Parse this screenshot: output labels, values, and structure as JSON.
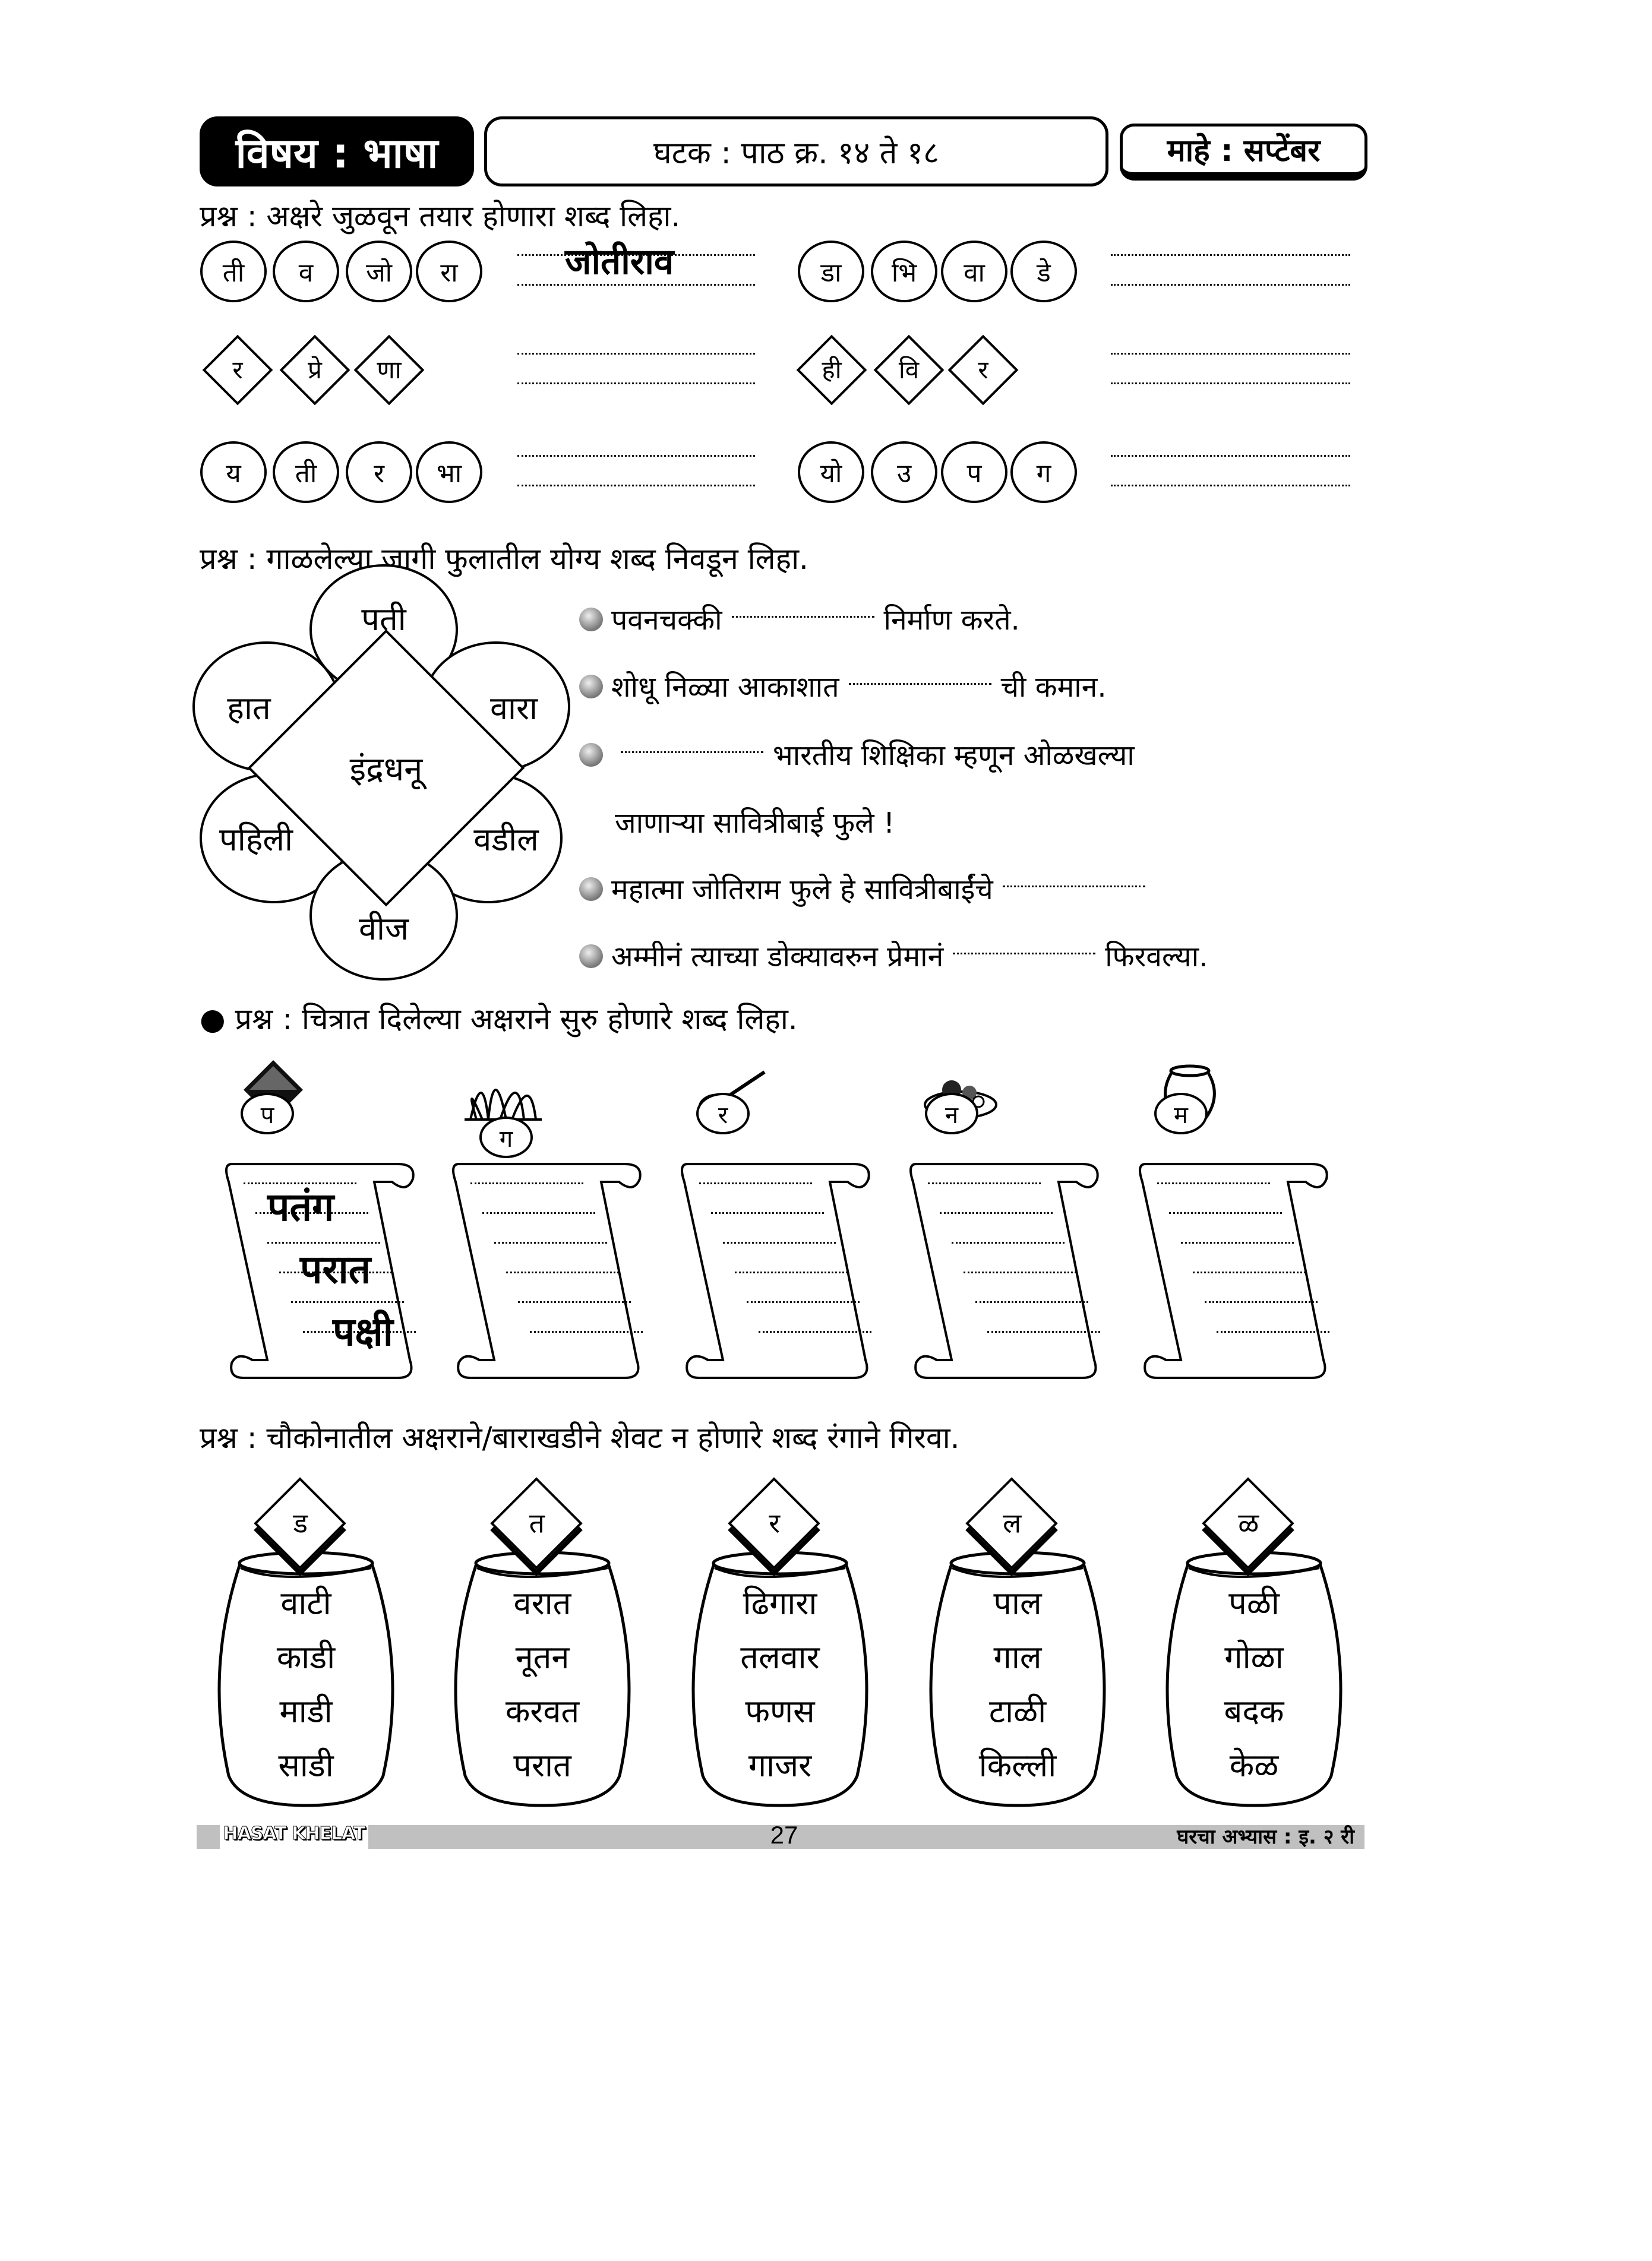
{
  "header": {
    "subject": "विषय : भाषा",
    "unit": "घटक : पाठ क्र. १४ ते १८",
    "month": "माहे : सप्टेंबर"
  },
  "q1": {
    "title": "प्रश्न : अक्षरे जुळवून तयार होणारा शब्द लिहा.",
    "rows": [
      {
        "shape": "circle",
        "letters": [
          "ती",
          "व",
          "जो",
          "रा"
        ],
        "answer": "जोतीराव"
      },
      {
        "shape": "circle",
        "letters": [
          "डा",
          "भि",
          "वा",
          "डे"
        ],
        "answer": ""
      },
      {
        "shape": "diamond",
        "letters": [
          "र",
          "प्रे",
          "णा"
        ],
        "answer": ""
      },
      {
        "shape": "diamond",
        "letters": [
          "ही",
          "वि",
          "र"
        ],
        "answer": ""
      },
      {
        "shape": "circle",
        "letters": [
          "य",
          "ती",
          "र",
          "भा"
        ],
        "answer": ""
      },
      {
        "shape": "circle",
        "letters": [
          "यो",
          "उ",
          "प",
          "ग"
        ],
        "answer": ""
      }
    ]
  },
  "q2": {
    "title": "प्रश्न : गाळलेल्या जागी फुलातील योग्य शब्द निवडून लिहा.",
    "flower_center": "इंद्रधनू",
    "petals": [
      "पती",
      "हात",
      "वारा",
      "पहिली",
      "वडील",
      "वीज"
    ],
    "sentences": [
      {
        "before": "पवनचक्की",
        "after": "निर्माण करते."
      },
      {
        "before": "शोधू निळ्या आकाशात",
        "after": "ची कमान."
      },
      {
        "before": "",
        "after": "भारतीय शिक्षिका म्हणून ओळखल्या"
      },
      {
        "before": "जाणाऱ्या सावित्रीबाई फुले !",
        "after": ""
      },
      {
        "before": "महात्मा जोतिराम फुले हे सावित्रीबाईंचे",
        "after": ""
      },
      {
        "before": "अम्मीनं त्याच्या डोक्यावरुन प्रेमानं",
        "after": "फिरवल्या."
      }
    ]
  },
  "q3": {
    "title": "● प्रश्न : चित्रात दिलेल्या अक्षराने सुरु होणारे शब्द लिहा.",
    "scrolls": [
      {
        "letter": "प",
        "picture": "kite-icon",
        "words": [
          "पतंग",
          "परात",
          "पक्षी"
        ]
      },
      {
        "letter": "ग",
        "picture": "grass-icon",
        "words": []
      },
      {
        "letter": "र",
        "picture": "onion-icon",
        "words": []
      },
      {
        "letter": "न",
        "picture": "plate-icon",
        "words": []
      },
      {
        "letter": "म",
        "picture": "pot-icon",
        "words": []
      }
    ]
  },
  "q4": {
    "title": "प्रश्न : चौकोनातील अक्षराने/बाराखडीने शेवट न होणारे शब्द रंगाने गिरवा.",
    "pots": [
      {
        "letter": "ड",
        "words": [
          "वाटी",
          "काडी",
          "माडी",
          "साडी"
        ]
      },
      {
        "letter": "त",
        "words": [
          "वरात",
          "नूतन",
          "करवत",
          "परात"
        ]
      },
      {
        "letter": "र",
        "words": [
          "ढिगारा",
          "तलवार",
          "फणस",
          "गाजर"
        ]
      },
      {
        "letter": "ल",
        "words": [
          "पाल",
          "गाल",
          "टाळी",
          "किल्ली"
        ]
      },
      {
        "letter": "ळ",
        "words": [
          "पळी",
          "गोळा",
          "बदक",
          "केळ"
        ]
      }
    ]
  },
  "footer": {
    "logo": "HASAT KHELAT",
    "page": "27",
    "right": "घरचा अभ्यास : इ. २ री"
  }
}
